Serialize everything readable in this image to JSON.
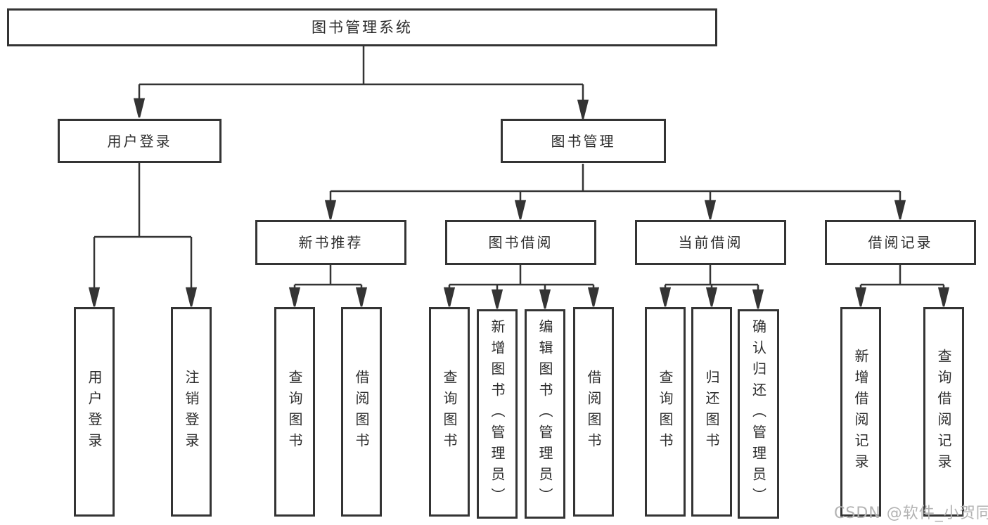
{
  "colors": {
    "line": "#343434",
    "box_border": "#343434",
    "text": "#2d2d2d",
    "background": "#ffffff",
    "watermark": "#b3b3b3"
  },
  "watermark": {
    "text": "CSDN @软件_小贺同学"
  },
  "tree": {
    "root": {
      "label": "图书管理系统"
    },
    "branches": [
      {
        "label": "用户登录",
        "children": [
          {
            "label": "用户登录"
          },
          {
            "label": "注销登录"
          }
        ]
      },
      {
        "label": "图书管理",
        "children": [
          {
            "label": "新书推荐",
            "children": [
              {
                "label": "查询图书"
              },
              {
                "label": "借阅图书"
              }
            ]
          },
          {
            "label": "图书借阅",
            "children": [
              {
                "label": "查询图书"
              },
              {
                "label": "新增图书（管理员）"
              },
              {
                "label": "编辑图书（管理员）"
              },
              {
                "label": "借阅图书"
              }
            ]
          },
          {
            "label": "当前借阅",
            "children": [
              {
                "label": "查询图书"
              },
              {
                "label": "归还图书"
              },
              {
                "label": "确认归还（管理员）"
              }
            ]
          },
          {
            "label": "借阅记录",
            "children": [
              {
                "label": "新增借阅记录"
              },
              {
                "label": "查询借阅记录"
              }
            ]
          }
        ]
      }
    ]
  }
}
